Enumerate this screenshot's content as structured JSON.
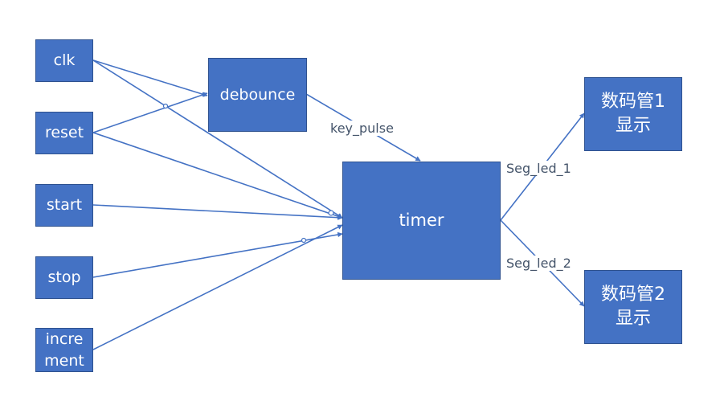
{
  "colors": {
    "box_fill": "#4472C4",
    "box_border": "#2F528F",
    "arrow": "#4472C4",
    "label_text": "#44546A"
  },
  "inputs": {
    "clk": "clk",
    "reset": "reset",
    "start": "start",
    "stop": "stop",
    "increment_line1": "incre",
    "increment_line2": "ment"
  },
  "modules": {
    "debounce": "debounce",
    "timer": "timer"
  },
  "outputs": {
    "display1_line1": "数码管1",
    "display1_line2": "显示",
    "display2_line1": "数码管2",
    "display2_line2": "显示"
  },
  "signals": {
    "key_pulse": "key_pulse",
    "seg_led_1": "Seg_led_1",
    "seg_led_2": "Seg_led_2"
  }
}
